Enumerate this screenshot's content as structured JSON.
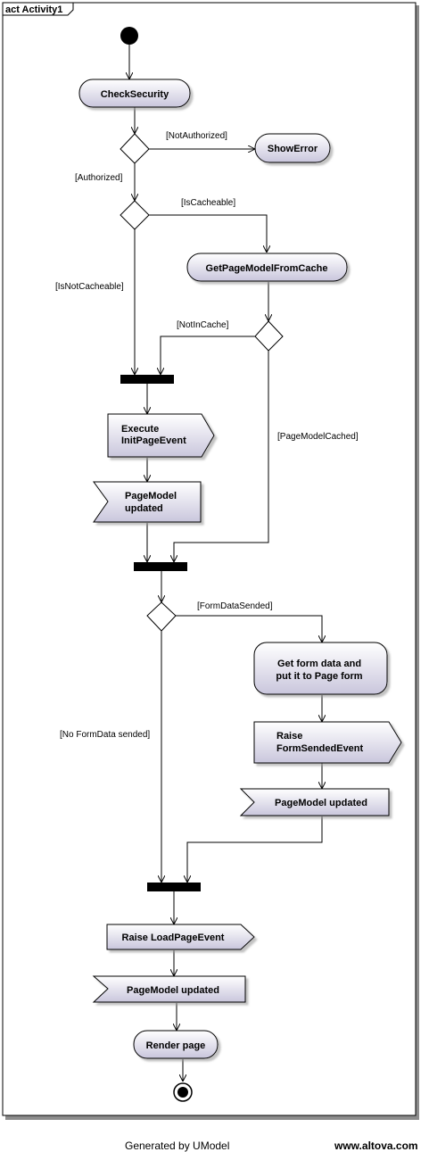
{
  "diagram": {
    "title": "act Activity1",
    "nodes": {
      "check_security": "CheckSecurity",
      "show_error": "ShowError",
      "get_page_model_from_cache": "GetPageModelFromCache",
      "execute_init_page_event": [
        "Execute",
        "InitPageEvent"
      ],
      "page_model_updated_1": [
        "PageModel",
        "updated"
      ],
      "get_form_data": [
        "Get form data and",
        "put it to Page form"
      ],
      "raise_form_sended_event": [
        "Raise",
        "FormSendedEvent"
      ],
      "page_model_updated_2": "PageModel updated",
      "raise_load_page_event": "Raise LoadPageEvent",
      "page_model_updated_3": "PageModel updated",
      "render_page": "Render page"
    },
    "guards": {
      "not_authorized": "[NotAuthorized]",
      "authorized": "[Authorized]",
      "is_cacheable": "[IsCacheable]",
      "is_not_cacheable": "[IsNotCacheable]",
      "not_in_cache": "[NotInCache]",
      "page_model_cached": "[PageModelCached]",
      "form_data_sended": "[FormDataSended]",
      "no_form_data_sended": "[No FormData sended]"
    }
  },
  "footer": {
    "generated_by": "Generated by UModel",
    "website": "www.altova.com"
  },
  "colors": {
    "node_fill_top": "#ffffff",
    "node_fill_bottom": "#c9c6dc",
    "stroke": "#000000",
    "frame_shadow": "#8c8c8c"
  }
}
